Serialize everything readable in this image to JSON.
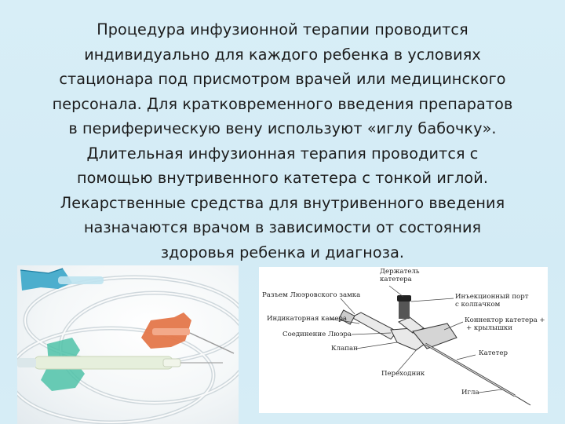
{
  "slide": {
    "text_lines": [
      "Процедура инфузионной терапии проводится",
      "индивидуально для каждого ребенка в условиях",
      "стационара под присмотром врачей или медицинского",
      "персонала. Для кратковременного введения препаратов",
      "в периферическую вену используют «иглу бабочку».",
      "Длительная инфузионная терапия проводится с",
      "помощью внутривенного катетера с тонкой иглой.",
      "Лекарственные средства для внутривенного введения",
      "назначаются врачом в зависимости от состояния",
      "здоровья ребенка и диагноза."
    ]
  },
  "diagram": {
    "labels": {
      "holder_1": "Держатель",
      "holder_2": "катетера",
      "luer_lock": "Разъем Люэровского замка",
      "port_1": "Инъекционный порт",
      "port_2": "с колпачком",
      "indicator": "Индикаторная камера",
      "connector_1": "Коннектор катетера +",
      "connector_2": "+ крылышки",
      "luer_joint": "Соединение Люэра",
      "valve": "Клапан",
      "catheter": "Катетер",
      "adapter": "Переходник",
      "needle": "Игла"
    }
  },
  "colors": {
    "background": "#d8eef7",
    "text": "#1b1b1b",
    "wing_blue": "#3aa6c9",
    "wing_green": "#4fc2a8",
    "wing_orange": "#e4774a"
  }
}
